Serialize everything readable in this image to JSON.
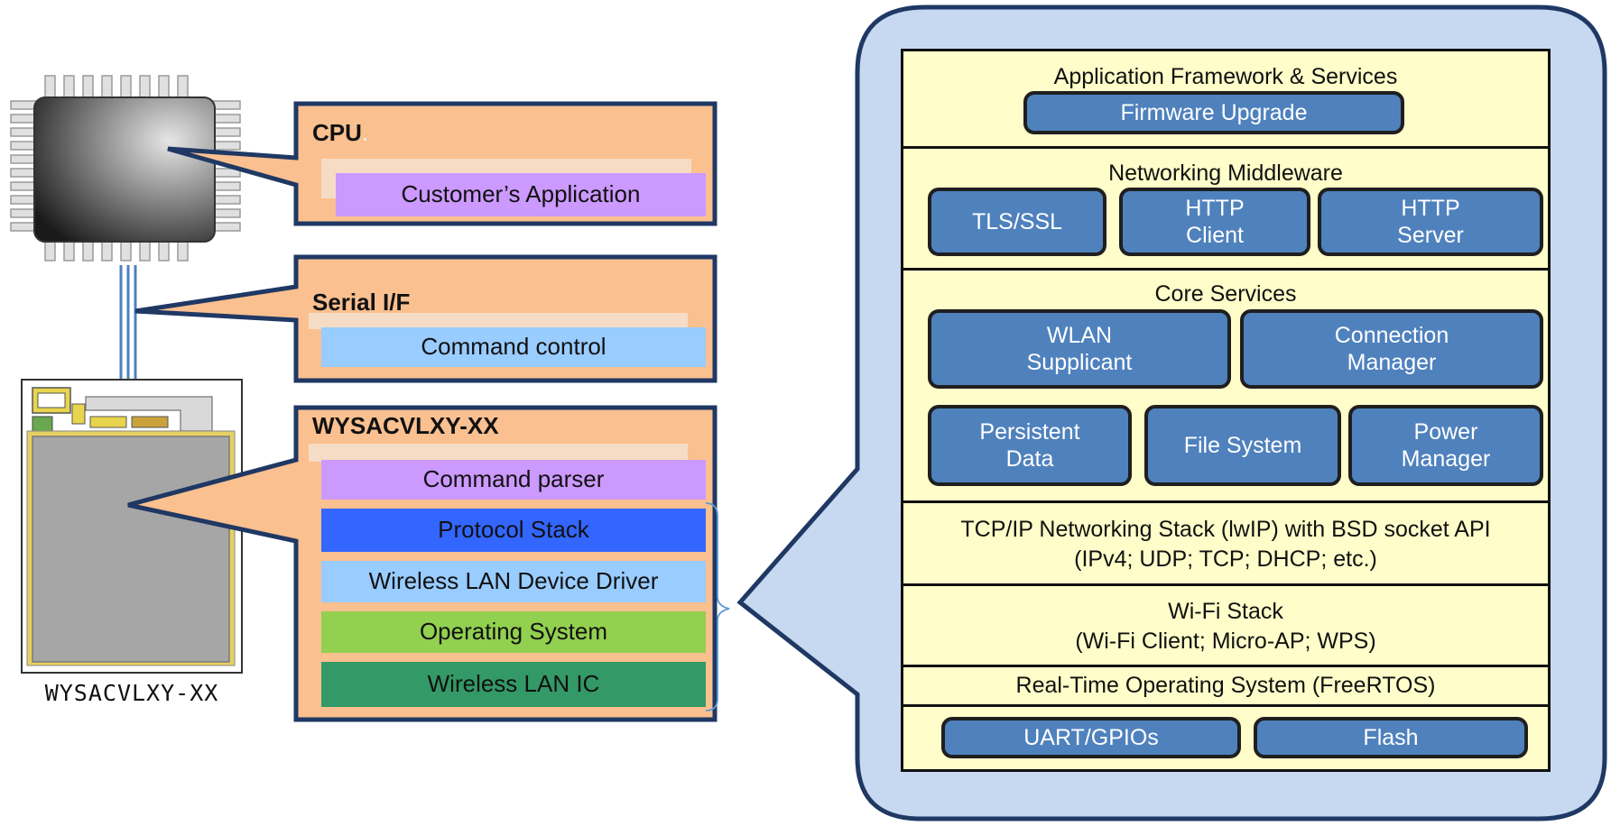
{
  "cpu_box": {
    "title": "CPU",
    "title_suffix": ".",
    "layer": "Customer’s Application"
  },
  "serial_box": {
    "title": "Serial I/F",
    "layer": "Command control"
  },
  "module_box": {
    "title": "WYSACVLXY-XX",
    "layers": [
      "Command parser",
      "Protocol Stack",
      "Wireless LAN Device Driver",
      "Operating System",
      "Wireless LAN IC"
    ]
  },
  "module_caption": "WYSACVLXY-XX",
  "stack": {
    "app_framework": {
      "title": "Application Framework & Services",
      "items": [
        "Firmware Upgrade"
      ]
    },
    "networking_middleware": {
      "title": "Networking Middleware",
      "items": [
        "TLS/SSL",
        "HTTP\nClient",
        "HTTP\nServer"
      ]
    },
    "core_services": {
      "title": "Core Services",
      "items_row1": [
        "WLAN\nSupplicant",
        "Connection\nManager"
      ],
      "items_row2": [
        "Persistent\nData",
        "File System",
        "Power\nManager"
      ]
    },
    "tcpip": {
      "title": "TCP/IP Networking Stack (lwIP) with BSD socket API\n(IPv4; UDP; TCP; DHCP; etc.)"
    },
    "wifi": {
      "title": "Wi-Fi Stack\n(Wi-Fi Client; Micro-AP; WPS)"
    },
    "rtos": {
      "title": "Real-Time Operating System (FreeRTOS)"
    },
    "hardware": {
      "items": [
        "UART/GPIOs",
        "Flash"
      ]
    }
  },
  "colors": {
    "callout_fill": "#fac090",
    "callout_border": "#1f3864",
    "big_callout_fill": "#c6d9f0",
    "stack_fill": "#fffdc9",
    "button_fill": "#4f81bd",
    "purple": "#cc99ff",
    "light_blue": "#99ccff",
    "blue": "#3366ff",
    "green": "#92d050",
    "dark_green": "#339966"
  }
}
